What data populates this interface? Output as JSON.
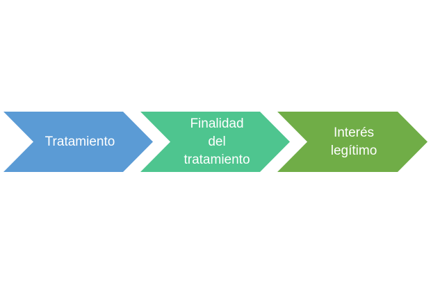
{
  "diagram": {
    "steps": [
      {
        "label": "Tratamiento",
        "color": "#5b9bd5"
      },
      {
        "label": "Finalidad\ndel\ntratamiento",
        "color": "#4ec58f"
      },
      {
        "label": "Interés\nlegítimo",
        "color": "#70ad47"
      }
    ]
  }
}
